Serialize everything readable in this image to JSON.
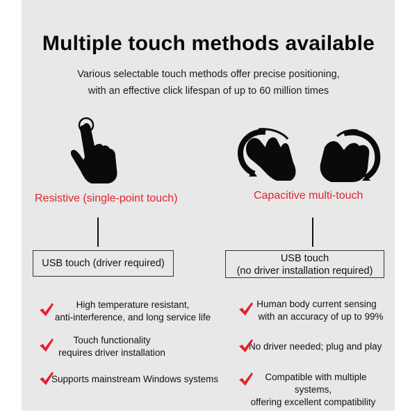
{
  "header": {
    "title": "Multiple touch methods available",
    "subtitle_line1": "Various selectable touch methods offer precise positioning,",
    "subtitle_line2": "with an effective click lifespan of up to 60 million times"
  },
  "colors": {
    "panel_bg": "#e8e8e8",
    "accent_red": "#e2232a",
    "text": "#111111"
  },
  "methods": [
    {
      "icon": "single-finger-touch-icon",
      "label": "Resistive (single-point touch)",
      "box_line1": "USB touch (driver required)",
      "features": [
        {
          "line1": "High temperature resistant,",
          "line2": "anti-interference, and long service life"
        },
        {
          "line1": "Touch functionality",
          "line2": "requires driver installation"
        },
        {
          "line1": "Supports mainstream Windows systems"
        }
      ]
    },
    {
      "icon": "multi-touch-hands-icon",
      "label": "Capacitive multi-touch",
      "box_line1": "USB touch",
      "box_line2": "(no driver installation required)",
      "features": [
        {
          "line1": "Human body current sensing",
          "line2": "with an accuracy of up to 99%"
        },
        {
          "line1": "No driver needed; plug and play"
        },
        {
          "line1": "Compatible with multiple",
          "line2": "systems,",
          "line3": "offering excellent compatibility"
        }
      ]
    }
  ]
}
